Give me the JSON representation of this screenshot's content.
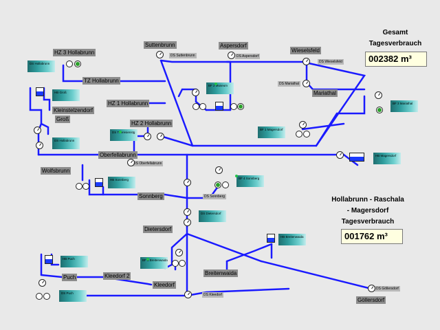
{
  "title_total": {
    "line1": "Gesamt",
    "line2": "Tagesverbrauch",
    "value": "002382 m³"
  },
  "title_region": {
    "line1": "Hollabrunn - Raschala",
    "line2": "- Magersdorf",
    "line3": "Tagesverbrauch",
    "value": "001762 m³"
  },
  "labels": {
    "hz3": "HZ 3 Hollabrunn",
    "tz": "TZ Hollabrunn",
    "hz1": "HZ 1 Hollabrunn",
    "hz2": "HZ 2 Hollabrunn",
    "suttenbrunn": "Suttenbrunn",
    "aspersdorf": "Aspersdorf",
    "wieselsfeld": "Wieselsfeld",
    "mariathal": "Mariathal",
    "kleinstelzendorf": "Kleinstelzendorf",
    "gross": "Groß",
    "oberfellabrunn": "Oberfellabrunn",
    "wolfsbrunn": "Wolfsbrunn",
    "sonnberg": "Sonnberg",
    "dietersdorf": "Dietersdorf",
    "puch": "Puch",
    "kleedorf2": "Kleedorf 2",
    "kleedorf": "Kleedorf",
    "breitenwaida": "Breitenwaida",
    "goellersdorf": "Göllersdorf"
  },
  "tiles": {
    "t1": "DS Hollabrunn",
    "t2": "DS Suttenbrunn",
    "t3": "DS Aspersdorf",
    "t4": "DS Wieselsfeld",
    "t5": "HB Groß",
    "t6": "BF 2 Museum",
    "t7": "DS Mariathal",
    "t8": "BF 3 Mariathal",
    "t9": "DS Hollabrunn",
    "t10": "BF 1 Magersdorf",
    "t11": "DS Theresienstg",
    "t12": "HB Magersdorf",
    "t13": "HB Sonnberg",
    "t14": "BF 4 Sonnberg",
    "t15": "DS Dietersdorf",
    "t16": "HB Breitenwaida",
    "t17": "HB Puch",
    "t18": "BF 5 Breitenwaida",
    "t19": "DS Puch",
    "t20": "DS Kleedorf",
    "t21": "DS Göllersdorf"
  },
  "small": {
    "s1": "DS Suttenbrunn",
    "s2": "DS Aspersdorf",
    "s3": "DS Wieselsfeld",
    "s4": "DS Mariathal",
    "s5": "DS Oberfellabrunn",
    "s6": "DS Sonnberg",
    "s7": "DS Kleedorf",
    "s8": "DS Göllersdorf"
  },
  "colors": {
    "pipe": "#1a1aff",
    "label_bg": "#8c8c8c",
    "counter_bg": "#ffffe0"
  }
}
